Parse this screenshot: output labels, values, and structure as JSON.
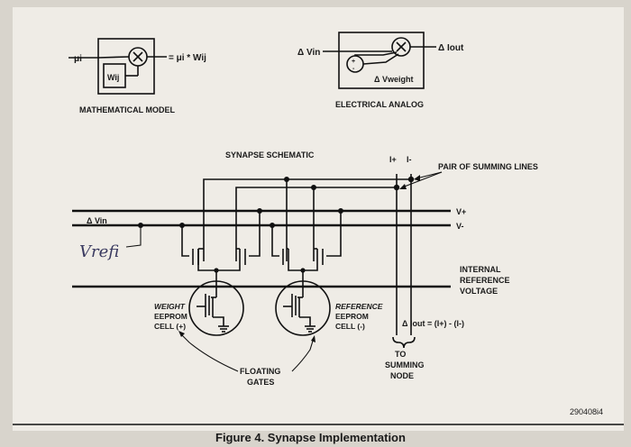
{
  "math_model": {
    "input_label": "μi",
    "weight_label": "Wij",
    "output_label": "= μi * Wij",
    "caption": "MATHEMATICAL MODEL"
  },
  "electrical_analog": {
    "input_label": "Δ Vin",
    "output_label": "Δ Iout",
    "weight_label": "Δ Vweight",
    "caption": "ELECTRICAL ANALOG"
  },
  "schematic": {
    "title": "SYNAPSE SCHEMATIC",
    "iplus_label": "I+",
    "iminus_label": "I-",
    "summing_lines_label": "PAIR OF SUMMING LINES",
    "vplus_label": "V+",
    "vminus_label": "V-",
    "vin_label": "Δ Vin",
    "handwritten_note": "Vrefi",
    "internal_ref_line1": "INTERNAL",
    "internal_ref_line2": "REFERENCE",
    "internal_ref_line3": "VOLTAGE",
    "weight_cell_line1": "WEIGHT",
    "weight_cell_line2": "EEPROM",
    "weight_cell_line3": "CELL (+)",
    "ref_cell_line1": "REFERENCE",
    "ref_cell_line2": "EEPROM",
    "ref_cell_line3": "CELL (-)",
    "iout_equation": "Δ Iout = (I+) - (I-)",
    "to_line1": "TO",
    "to_line2": "SUMMING",
    "to_line3": "NODE",
    "floating_line1": "FLOATING",
    "floating_line2": "GATES",
    "part_number": "290408i4"
  },
  "figure_caption": "Figure  4. Synapse Implementation"
}
